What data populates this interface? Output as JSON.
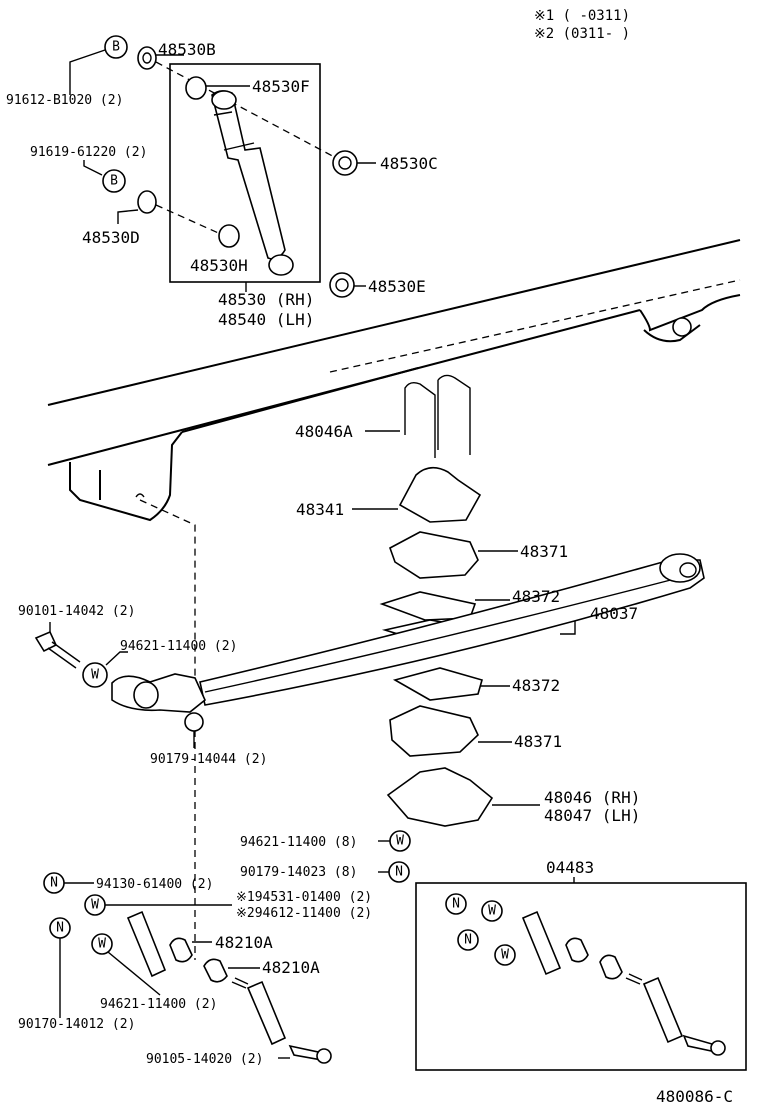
{
  "notes": {
    "note1": "※1 (     -0311)",
    "note2": "※2 (0311-     )"
  },
  "symbols": {
    "B": "B",
    "W": "W",
    "N": "N"
  },
  "labels": {
    "p48530B": "48530B",
    "p48530F": "48530F",
    "p48530C": "48530C",
    "p48530D": "48530D",
    "p48530H": "48530H",
    "p48530E": "48530E",
    "p91612": "91612-B1020 (2)",
    "p91619": "91619-61220 (2)",
    "p48530rh": "48530 (RH)",
    "p48540lh": "48540 (LH)",
    "p48046A": "48046A",
    "p48341": "48341",
    "p48371a": "48371",
    "p48372a": "48372",
    "p48037": "48037",
    "p48372b": "48372",
    "p48371b": "48371",
    "p48046rh": "48046 (RH)",
    "p48047lh": "48047 (LH)",
    "p90101": "90101-14042 (2)",
    "p94621a": "94621-11400 (2)",
    "p90179a": "90179-14044 (2)",
    "p94621b": "94621-11400 (8)",
    "p90179b": "90179-14023 (8)",
    "p04483": "04483",
    "p94130": "94130-61400 (2)",
    "p194531": "※194531-01400 (2)",
    "p294612": "※294612-11400 (2)",
    "p48210Aa": "48210A",
    "p48210Ab": "48210A",
    "p94621c": "94621-11400 (2)",
    "p90170": "90170-14012 (2)",
    "p90105": "90105-14020 (2)",
    "diagram_code": "480086-C"
  }
}
